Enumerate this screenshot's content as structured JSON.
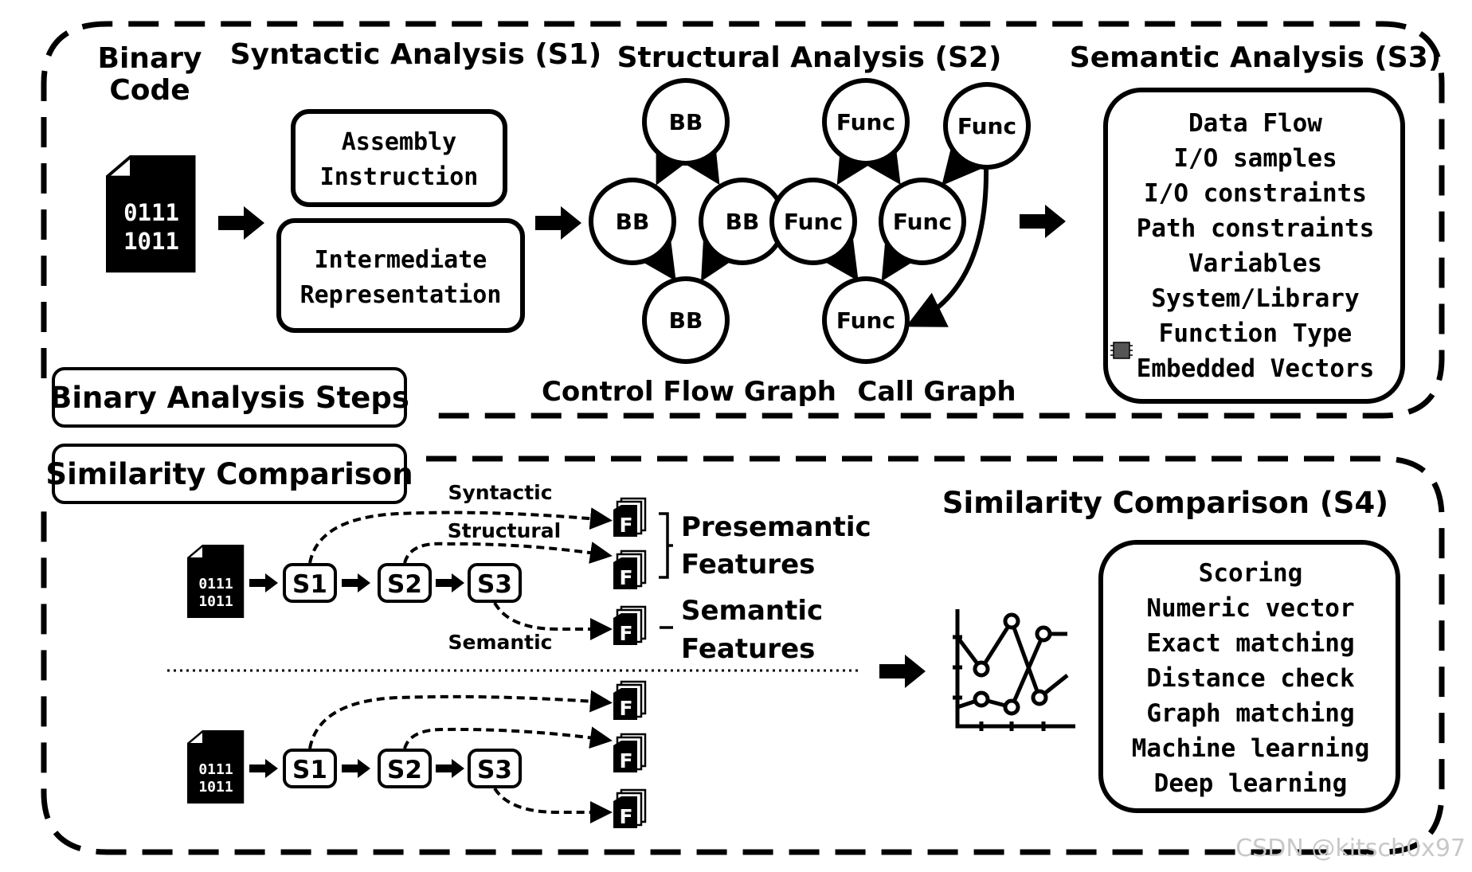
{
  "colors": {
    "ink": "#000000",
    "paper": "#ffffff",
    "watermark": "#c8c8c8"
  },
  "icons": {
    "binary_file": "binary-file-icon",
    "feature_file": "feature-file-icon",
    "arrow": "right-arrow-icon",
    "line_chart": "line-chart-icon",
    "chip": "chip-icon"
  },
  "top": {
    "binary_label_1": "Binary",
    "binary_label_2": "Code",
    "binary_icon_line1": "0111",
    "binary_icon_line2": "1011",
    "s1": {
      "title": "Syntactic Analysis (S1)",
      "box1": [
        "Assembly",
        "Instruction"
      ],
      "box2": [
        "Intermediate",
        "Representation"
      ]
    },
    "s2": {
      "title": "Structural Analysis (S2)",
      "bb": "BB",
      "func": "Func",
      "cfg_label": "Control Flow Graph",
      "cg_label": "Call Graph"
    },
    "s3": {
      "title": "Semantic Analysis (S3)",
      "items": [
        "Data Flow",
        "I/O samples",
        "I/O constraints",
        "Path constraints",
        "Variables",
        "System/Library",
        "Function Type",
        "Embedded Vectors"
      ]
    },
    "steps_label": "Binary Analysis Steps"
  },
  "bottom": {
    "section_label": "Similarity Comparison",
    "s4_title": "Similarity Comparison (S4)",
    "stage_s1": "S1",
    "stage_s2": "S2",
    "stage_s3": "S3",
    "feature_letter": "F",
    "edge_syntactic": "Syntactic",
    "edge_structural": "Structural",
    "edge_semantic": "Semantic",
    "presemantic": [
      "Presemantic",
      "Features"
    ],
    "semantic_features": [
      "Semantic",
      "Features"
    ],
    "s4_items": [
      "Scoring",
      "Numeric vector",
      "Exact matching",
      "Distance check",
      "Graph matching",
      "Machine learning",
      "Deep learning"
    ]
  },
  "watermark": "CSDN @kitsch0x97"
}
